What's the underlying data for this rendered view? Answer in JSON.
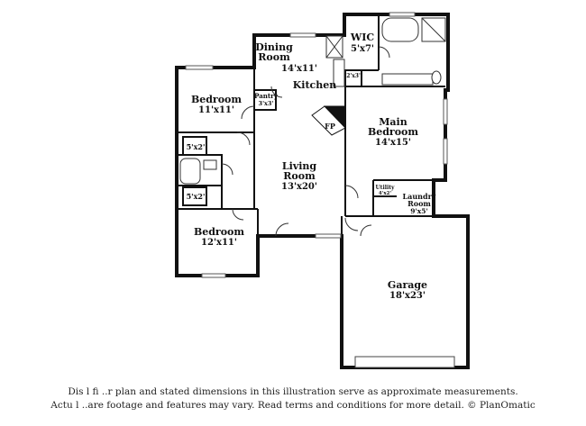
{
  "rooms": {
    "wic": {
      "name": "WIC",
      "dim": "5'x7'"
    },
    "dining": {
      "name_line1": "Dining",
      "name_line2": "Room",
      "dim": "14'x11'"
    },
    "kitchen": {
      "name": "Kitchen"
    },
    "bedroom1": {
      "name": "Bedroom",
      "dim": "11'x11'"
    },
    "pantry": {
      "name": "Pantry",
      "dim": "3'x3'"
    },
    "small_closet": {
      "dim": "2'x3'"
    },
    "fireplace": {
      "name": "FP"
    },
    "main_bedroom": {
      "name_line1": "Main",
      "name_line2": "Bedroom",
      "dim": "14'x15'"
    },
    "closet1": {
      "dim": "5'x2'"
    },
    "living": {
      "name_line1": "Living",
      "name_line2": "Room",
      "dim": "13'x20'"
    },
    "closet2": {
      "dim": "5'x2'"
    },
    "utility": {
      "name": "Utility",
      "dim": "4'x2'"
    },
    "laundry": {
      "name_line1": "Laundry",
      "name_line2": "Room",
      "dim": "9'x5'"
    },
    "bedroom2": {
      "name": "Bedroom",
      "dim": "12'x11'"
    },
    "garage": {
      "name": "Garage",
      "dim": "18'x23'"
    }
  },
  "disclaimer": {
    "line1": "Dis          l  fi  ..r  plan and stated dimensions in this illustration serve as approximate measurements.",
    "line2": "Actu   l  ..are footage and features may vary. Read terms and conditions for more detail. © PlanOmatic"
  }
}
